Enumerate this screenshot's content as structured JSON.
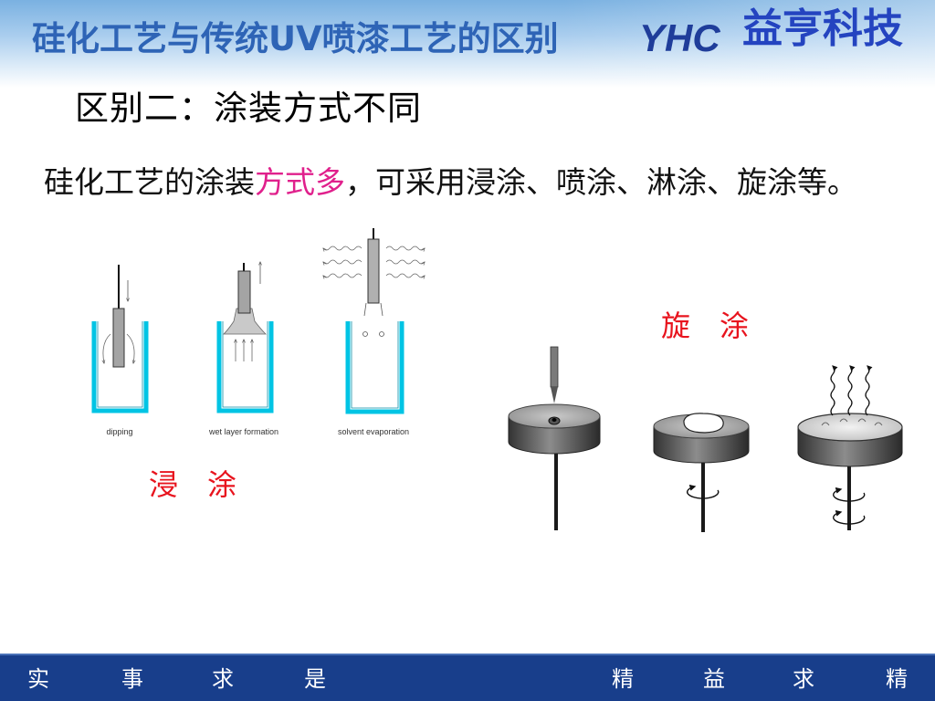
{
  "header": {
    "title": "硅化工艺与传统UV喷漆工艺的区别",
    "logo_latin": "YHC",
    "logo_cn": "益亨科技"
  },
  "section": {
    "heading": "区别二：涂装方式不同"
  },
  "body": {
    "text_before": "硅化工艺的涂装",
    "text_highlight": "方式多",
    "text_after": "，可采用浸涂、喷涂、淋涂、旋涂等。"
  },
  "dip_figure": {
    "steps": [
      "dipping",
      "wet layer formation",
      "solvent evaporation"
    ],
    "caption": "浸　涂"
  },
  "spin_figure": {
    "caption": "旋　涂"
  },
  "footer": {
    "left": [
      "实",
      "事",
      "求",
      "是"
    ],
    "right": [
      "精",
      "益",
      "求",
      "精"
    ]
  },
  "colors": {
    "title": "#2e64b6",
    "logo_latin": "#1f3d9a",
    "logo_cn": "#2444c0",
    "highlight": "#e0208c",
    "caption": "#e8141e",
    "beaker": "#00c4e4",
    "footer_bg": "#183e8b"
  }
}
